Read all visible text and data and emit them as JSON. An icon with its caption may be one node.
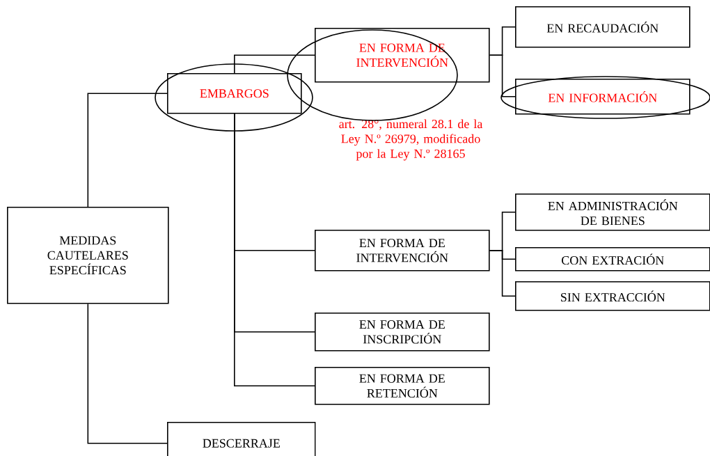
{
  "diagram": {
    "nodes": [
      {
        "text": [
          "MEDIDAS CAUTELARES ESPECÍFICAS"
        ]
      },
      {
        "text": [
          "EMBARGOS"
        ]
      },
      {
        "text": [
          "EN FORMA DE INTERVENCIÓN"
        ],
        "beside": [
          "art. 28°, numeral 28.1 de la Ley N.º 26979, modificado por la Ley N.º 28165"
        ]
      },
      {
        "text": [
          "EN RECAUDACIÓN"
        ]
      },
      {
        "text": [
          "EN INFORMACIÓN"
        ]
      },
      {
        "text": [
          "EN FORMA DE INTERVENCIÓN"
        ]
      },
      {
        "text": [
          "EN ADMINISTRACIÓN DE BIENES"
        ]
      },
      {
        "text": [
          "CON EXTRACIÓN"
        ]
      },
      {
        "text": [
          "SIN EXTRACCIÓN"
        ]
      },
      {
        "text": [
          "EN FORMA DE INSCRIPCIÓN"
        ]
      },
      {
        "text": [
          "EN FORMA DE RETENCIÓN"
        ]
      },
      {
        "text": [
          "DESCERRAJE"
        ]
      }
    ],
    "edges": [
      {
        "from": 0,
        "to": 1,
        "arrow": "none"
      },
      {
        "from": 0,
        "to": 11,
        "arrow": "none"
      },
      {
        "from": 1,
        "to": 2,
        "arrow": "none"
      },
      {
        "from": 1,
        "to": 5,
        "arrow": "none"
      },
      {
        "from": 1,
        "to": 9,
        "arrow": "none"
      },
      {
        "from": 1,
        "to": 10,
        "arrow": "none"
      },
      {
        "from": 2,
        "to": 3,
        "arrow": "none"
      },
      {
        "from": 2,
        "to": 4,
        "arrow": "none"
      },
      {
        "from": 5,
        "to": 6,
        "arrow": "none"
      },
      {
        "from": 5,
        "to": 7,
        "arrow": "none"
      },
      {
        "from": 5,
        "to": 8,
        "arrow": "none"
      }
    ]
  }
}
